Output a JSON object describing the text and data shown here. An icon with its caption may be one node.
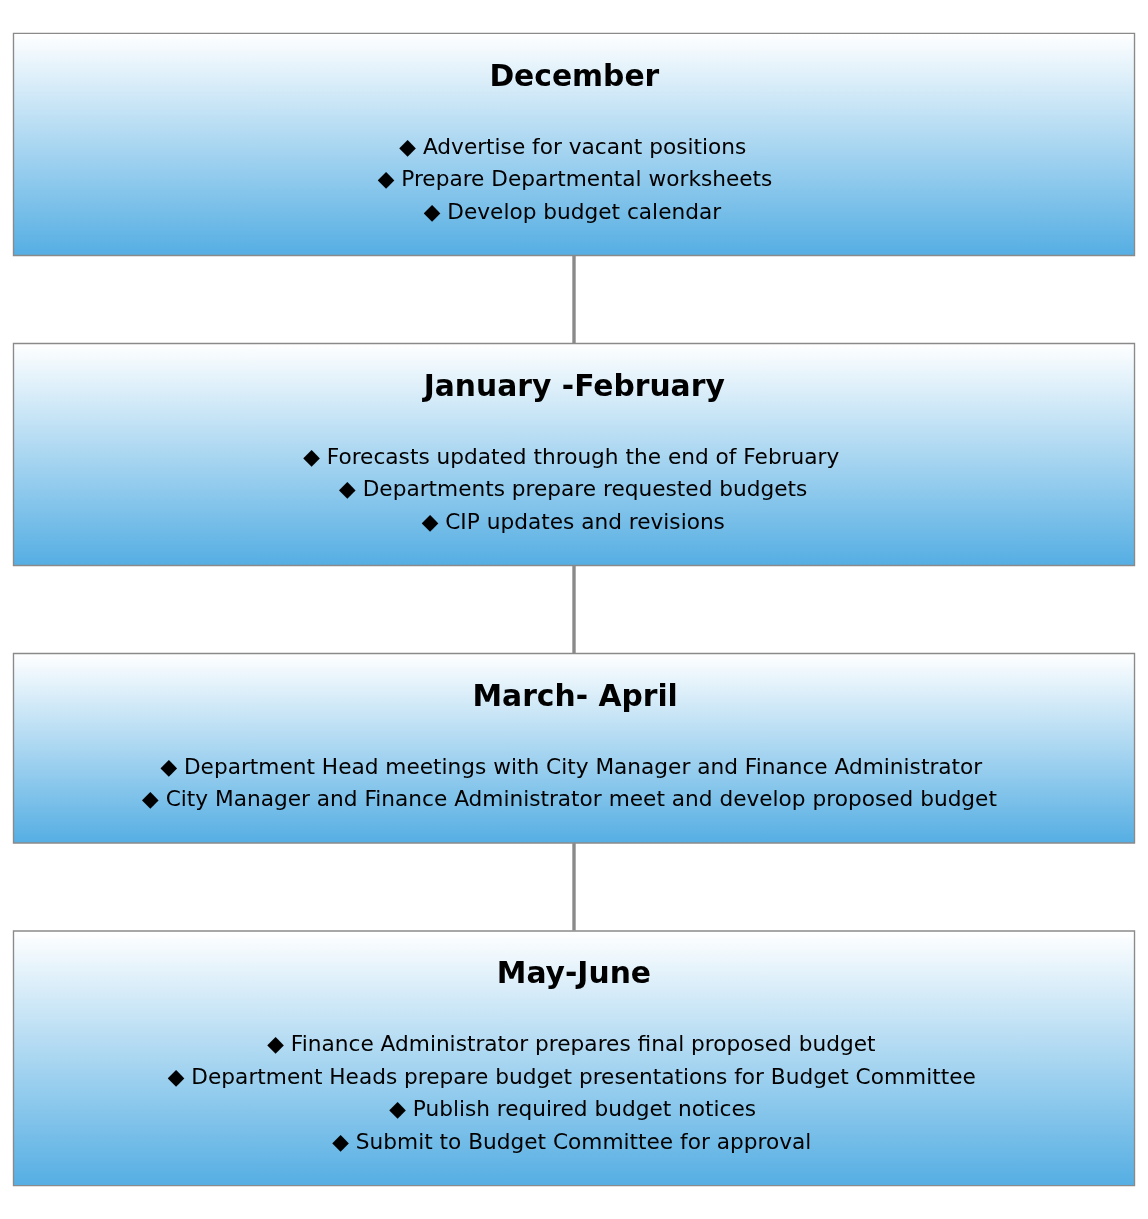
{
  "diagram": {
    "nodes": [
      {
        "text": [
          "December",
          "◆ Advertise for vacant positions",
          "◆ Prepare Departmental worksheets",
          "◆ Develop budget calendar"
        ]
      },
      {
        "text": [
          "January -February",
          "◆ Forecasts updated through the end of February",
          "◆ Departments prepare requested budgets",
          "◆ CIP updates and revisions"
        ]
      },
      {
        "text": [
          "March- April",
          "◆ Department Head meetings with City Manager and Finance Administrator",
          "◆ City Manager and Finance Administrator meet and develop proposed budget"
        ]
      },
      {
        "text": [
          "May-June",
          "◆ Finance Administrator prepares final proposed budget",
          "◆ Department Heads prepare budget presentations for Budget Committee",
          "◆ Publish required budget notices",
          "◆ Submit to Budget Committee for approval"
        ]
      }
    ],
    "edges": [
      {
        "from": 0,
        "to": 1,
        "arrow": "none"
      },
      {
        "from": 1,
        "to": 2,
        "arrow": "none"
      },
      {
        "from": 2,
        "to": 3,
        "arrow": "none"
      }
    ]
  }
}
